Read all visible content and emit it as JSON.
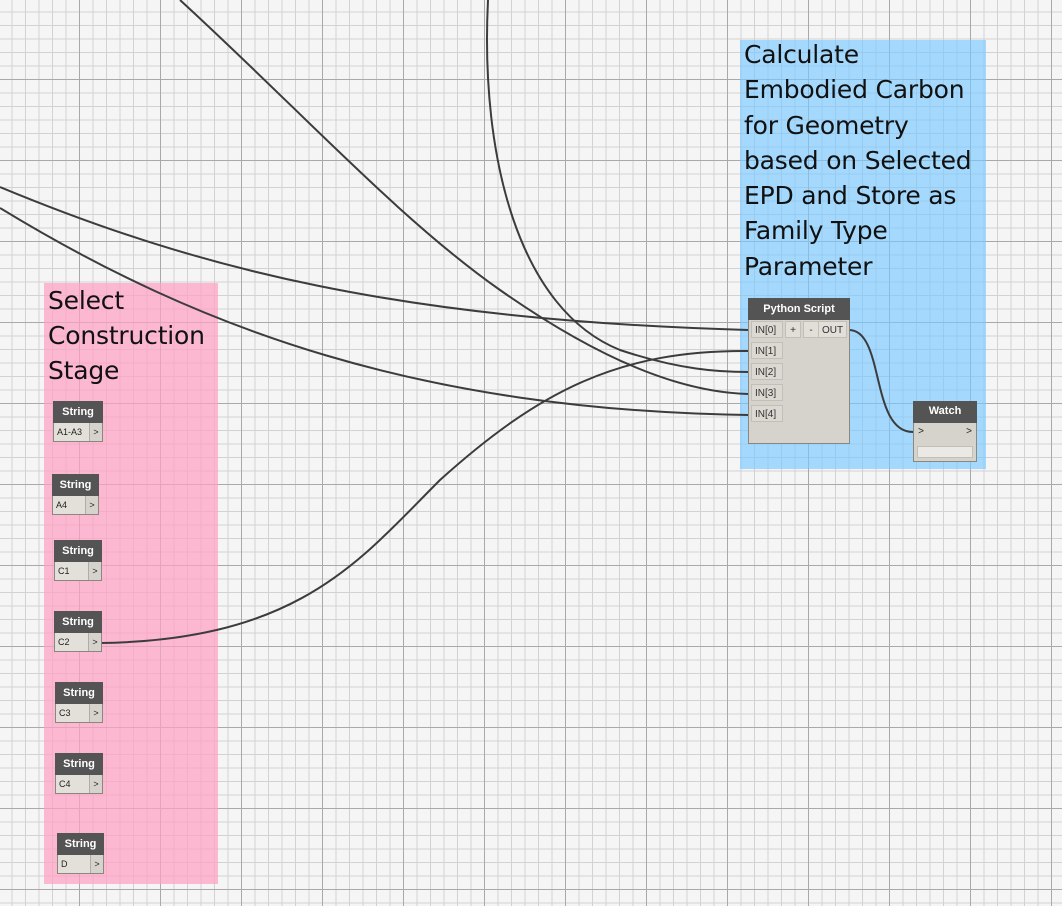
{
  "groups": {
    "construction_stage": {
      "title": "Select\nConstruction\nStage",
      "color": "#ffa0c3"
    },
    "calculate": {
      "title": "Calculate\nEmbodied Carbon\nfor Geometry\nbased on Selected\nEPD and Store as\nFamily Type\nParameter",
      "color": "#78c8ff"
    }
  },
  "string_nodes": [
    {
      "header": "String",
      "value": "A1-A3",
      "port": ">"
    },
    {
      "header": "String",
      "value": "A4",
      "port": ">"
    },
    {
      "header": "String",
      "value": "C1",
      "port": ">"
    },
    {
      "header": "String",
      "value": "C2",
      "port": ">"
    },
    {
      "header": "String",
      "value": "C3",
      "port": ">"
    },
    {
      "header": "String",
      "value": "C4",
      "port": ">"
    },
    {
      "header": "String",
      "value": "D",
      "port": ">"
    }
  ],
  "python_node": {
    "header": "Python Script",
    "add_label": "+",
    "remove_label": "-",
    "output": "OUT",
    "inputs": [
      "IN[0]",
      "IN[1]",
      "IN[2]",
      "IN[3]",
      "IN[4]"
    ]
  },
  "watch_node": {
    "header": "Watch",
    "in_port": ">",
    "out_port": ">"
  },
  "wire_color": "#3c3c3c"
}
